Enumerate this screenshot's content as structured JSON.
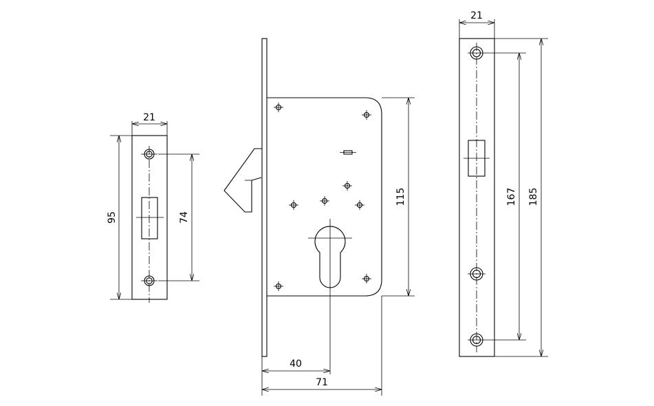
{
  "dimensions": {
    "strike_width": "21",
    "strike_height": "95",
    "strike_hole_spacing": "74",
    "lock_body_height": "115",
    "backset": "40",
    "lock_total_width": "71",
    "faceplate_width": "21",
    "faceplate_hole_spacing": "167",
    "faceplate_length": "185"
  },
  "colors": {
    "line": "#000000",
    "background": "#ffffff"
  }
}
